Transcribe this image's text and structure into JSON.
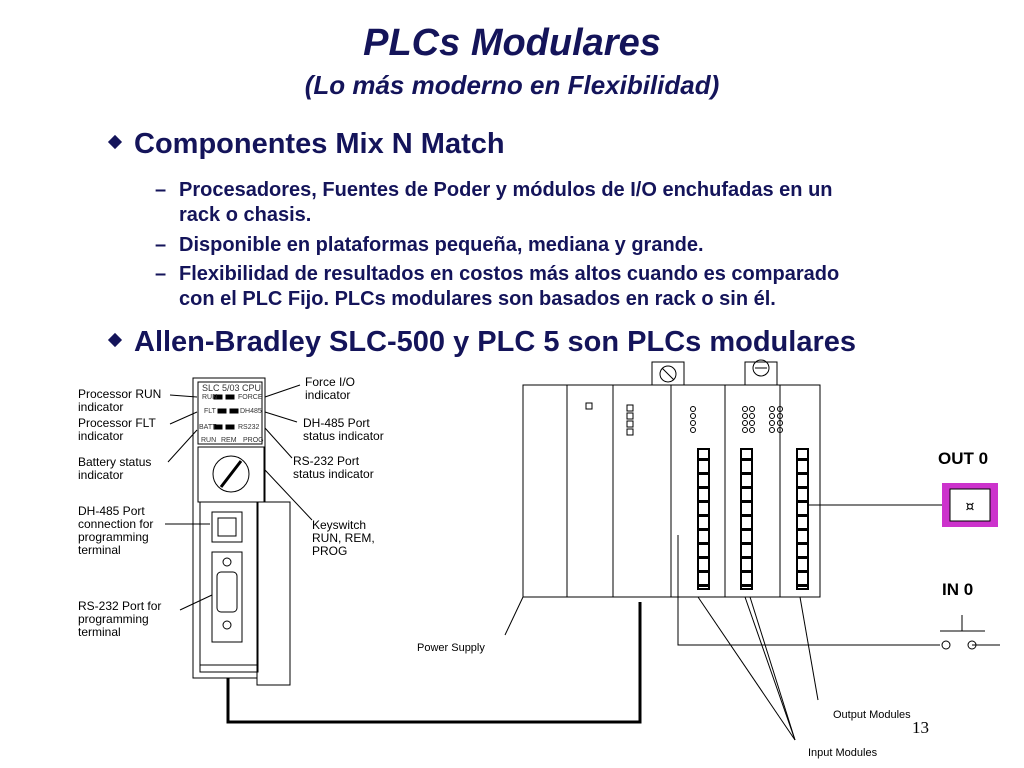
{
  "slide": {
    "title": "PLCs Modulares",
    "subtitle": "(Lo más moderno en Flexibilidad)",
    "bullets": [
      {
        "text": "Componentes Mix N Match",
        "subitems": [
          [
            "Procesadores, Fuentes de Poder y módulos de I/O  enchufadas en un",
            "rack o chasis."
          ],
          [
            "Disponible en plataformas pequeña, mediana y grande."
          ],
          [
            "Flexibilidad de resultados en costos más altos cuando es comparado",
            "con el PLC Fijo. PLCs modulares son basados en rack o sin él."
          ]
        ]
      },
      {
        "text": "Allen-Bradley SLC-500 y PLC 5 son PLCs modulares",
        "subitems": []
      }
    ],
    "page_number": "13"
  },
  "diagram": {
    "processor": {
      "model": "SLC 5/03 CPU",
      "led_labels": {
        "run": "RUN",
        "force": "FORCE",
        "flt": "FLT",
        "dh485": "DH485",
        "batt": "BATT",
        "rs232": "RS232"
      },
      "key_positions": [
        "RUN",
        "REM",
        "PROG"
      ]
    },
    "callouts": {
      "processor_run": [
        "Processor RUN",
        "indicator"
      ],
      "processor_flt": [
        "Processor FLT",
        "indicator"
      ],
      "battery": [
        "Battery status",
        "indicator"
      ],
      "dh485_conn": [
        "DH-485 Port",
        "connection for",
        "programming",
        "terminal"
      ],
      "rs232_conn": [
        "RS-232 Port  for",
        "programming",
        "terminal"
      ],
      "force_io": [
        "Force I/O",
        "indicator"
      ],
      "dh485_status": [
        "DH-485 Port",
        "status indicator"
      ],
      "rs232_status": [
        "RS-232 Port",
        "status indicator"
      ],
      "keyswitch": [
        "Keyswitch",
        "RUN, REM,",
        "PROG"
      ],
      "power_supply": "Power Supply",
      "output_modules": "Output Modules",
      "input_modules": "Input Modules"
    },
    "io": {
      "out": "OUT 0",
      "in": "IN 0"
    },
    "colors": {
      "text_navy": "#14145a",
      "output_box": "#cc33cc",
      "output_box_inner": "#ffffff"
    }
  }
}
